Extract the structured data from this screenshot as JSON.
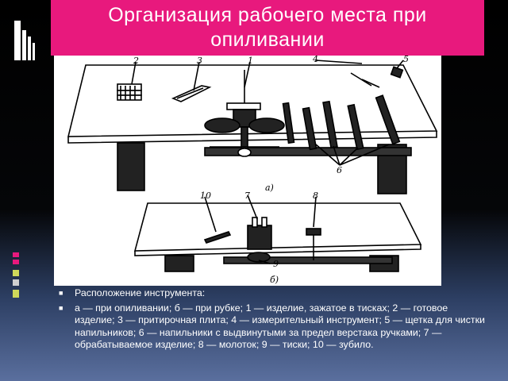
{
  "slide": {
    "title": "Организация рабочего места при опиливании",
    "bullets": [
      "Расположение инструмента:",
      "а — при опиливании; б — при рубке; 1 — изделие, зажатое в тисках; 2 — готовое изделие; 3 — притирочная плита; 4 — измерительный инструмент; 5 — щетка для чистки напильников; 6 — напильники с выдвинутыми за предел верстака ручками; 7 — обрабатываемое изделие; 8 — молоток; 9 — тиски; 10 — зубило."
    ]
  },
  "figure": {
    "labels": {
      "n1": "1",
      "n2": "2",
      "n3": "3",
      "n4": "4",
      "n5": "5",
      "n6": "6",
      "n7": "7",
      "n8": "8",
      "n9": "9",
      "n10": "10",
      "a": "a)",
      "b": "б)"
    }
  },
  "colors": {
    "title_bg": "#e8197d",
    "figure_bg": "#ffffff",
    "text": "#ffffff"
  },
  "icons": [
    "bullet-icon",
    "decorative-bars-icon"
  ]
}
